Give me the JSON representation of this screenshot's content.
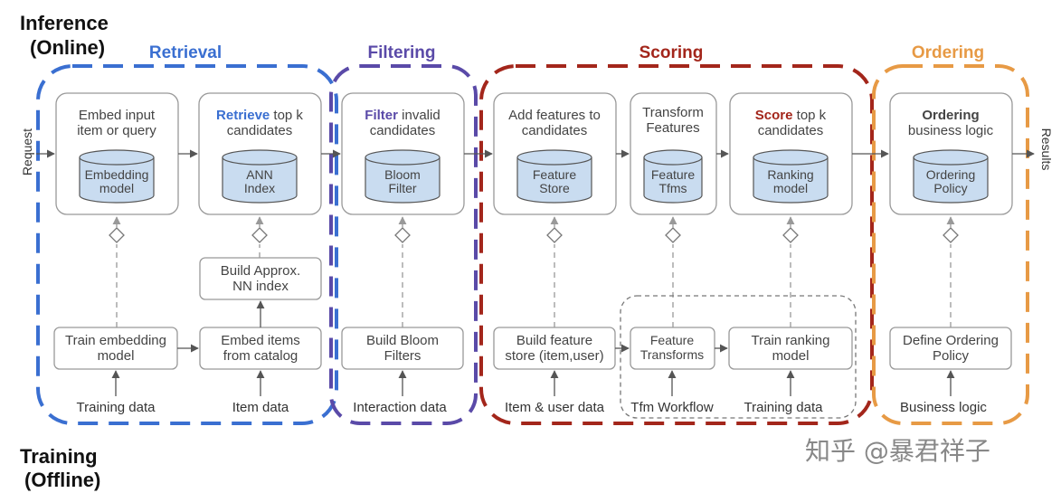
{
  "titles": {
    "inference_line1": "Inference",
    "inference_line2": "(Online)",
    "training_line1": "Training",
    "training_line2": "(Offline)"
  },
  "sections": {
    "retrieval": "Retrieval",
    "filtering": "Filtering",
    "scoring": "Scoring",
    "ordering": "Ordering"
  },
  "side": {
    "request": "Request",
    "results": "Results"
  },
  "online": {
    "embed": {
      "line1": "Embed input",
      "line2": "item or query",
      "store1": "Embedding",
      "store2": "model"
    },
    "retrieve": {
      "bold": "Retrieve",
      "rest": " top k",
      "line2": "candidates",
      "store1": "ANN",
      "store2": "Index"
    },
    "filter": {
      "bold": "Filter",
      "rest": "  invalid",
      "line2": "candidates",
      "store1": "Bloom",
      "store2": "Filter"
    },
    "features": {
      "line1": "Add features to",
      "line2": "candidates",
      "store1": "Feature",
      "store2": "Store"
    },
    "transform": {
      "line1": "Transform",
      "line2": "Features",
      "store1": "Feature",
      "store2": "Tfms"
    },
    "score": {
      "bold": "Score",
      "rest": " top k",
      "line2": "candidates",
      "store1": "Ranking",
      "store2": "model"
    },
    "ordering": {
      "bold": "Ordering",
      "line2": "business logic",
      "store1": "Ordering",
      "store2": "Policy"
    }
  },
  "offline": {
    "train_embed": {
      "line1": "Train embedding",
      "line2": "model"
    },
    "build_ann": {
      "line1": "Build Approx.",
      "line2": "NN index"
    },
    "embed_items": {
      "line1": "Embed items",
      "line2": "from catalog"
    },
    "build_bloom": {
      "line1": "Build Bloom",
      "line2": "Filters"
    },
    "build_store": {
      "line1": "Build feature",
      "line2": "store (item,user)"
    },
    "feat_tfms": {
      "line1": "Feature",
      "line2": "Transforms"
    },
    "train_rank": {
      "line1": "Train ranking",
      "line2": "model"
    },
    "define_order": {
      "line1": "Define Ordering",
      "line2": "Policy"
    }
  },
  "inputs": {
    "training_data_1": "Training data",
    "item_data": "Item data",
    "interaction_data": "Interaction data",
    "item_user_data": "Item & user data",
    "tfm_workflow": "Tfm Workflow",
    "training_data_2": "Training data",
    "business_logic": "Business logic"
  },
  "watermark": "知乎 @暴君祥子",
  "colors": {
    "retrieval": "#3a6fd1",
    "filtering": "#5a4aa8",
    "scoring": "#a3261b",
    "ordering": "#e79a45",
    "cylinder": "#c9dcf0"
  }
}
